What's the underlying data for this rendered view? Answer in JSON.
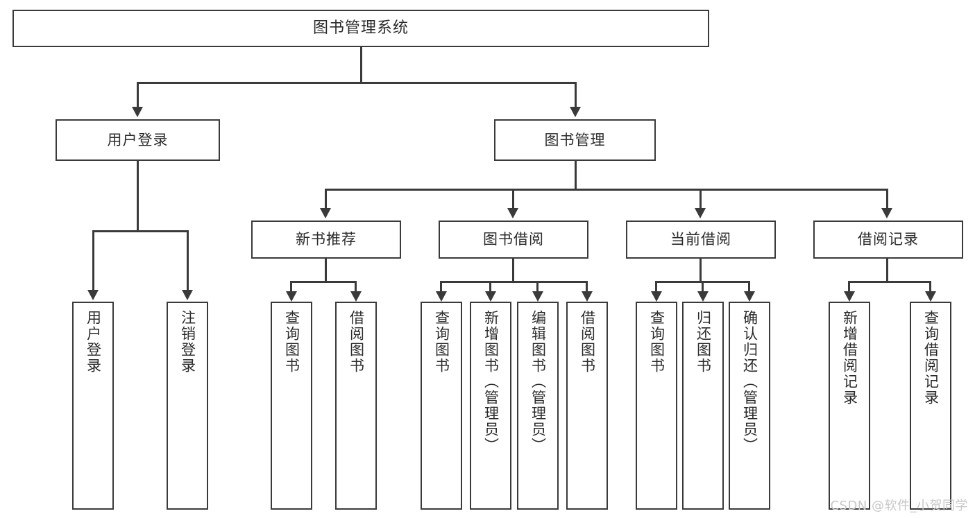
{
  "diagram": {
    "title": "图书管理系统",
    "type": "tree",
    "root": {
      "label": "图书管理系统"
    },
    "level1": [
      {
        "label": "用户登录"
      },
      {
        "label": "图书管理"
      }
    ],
    "level2": [
      {
        "label": "新书推荐"
      },
      {
        "label": "图书借阅"
      },
      {
        "label": "当前借阅"
      },
      {
        "label": "借阅记录"
      }
    ],
    "leaves": {
      "user_login": [
        {
          "label": "用户登录"
        },
        {
          "label": "注销登录"
        }
      ],
      "new_book_recommend": [
        {
          "label": "查询图书"
        },
        {
          "label": "借阅图书"
        }
      ],
      "book_borrow": [
        {
          "label": "查询图书"
        },
        {
          "label": "新增图书（管理员）"
        },
        {
          "label": "编辑图书（管理员）"
        },
        {
          "label": "借阅图书"
        }
      ],
      "current_borrow": [
        {
          "label": "查询图书"
        },
        {
          "label": "归还图书"
        },
        {
          "label": "确认归还（管理员）"
        }
      ],
      "borrow_record": [
        {
          "label": "新增借阅记录"
        },
        {
          "label": "查询借阅记录"
        }
      ]
    }
  },
  "watermark": {
    "text": "CSDN @软件_小贺同学"
  },
  "colors": {
    "border": "#3a3a3a",
    "text": "#2b2b2b",
    "background": "#ffffff",
    "watermark": "#c7c7c7"
  }
}
